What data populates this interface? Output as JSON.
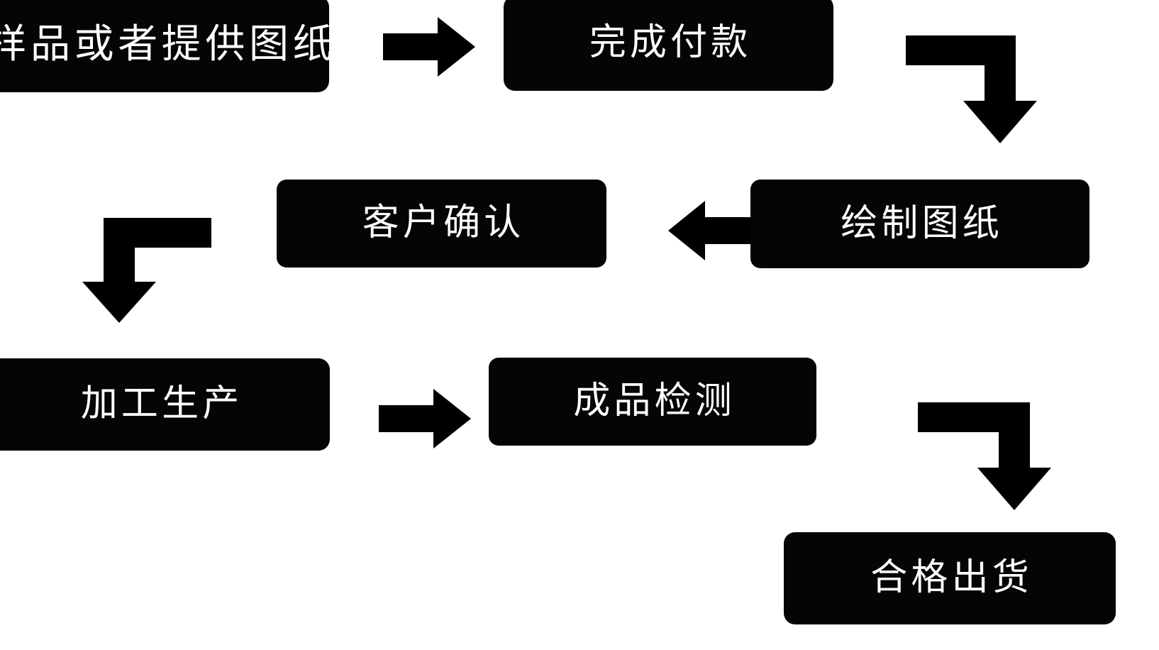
{
  "diagram": {
    "title": "",
    "background_color": "#ffffff",
    "node_fill_color": "#050505",
    "node_text_color": "#ffffff",
    "arrow_color": "#000000",
    "nodes": [
      {
        "id": "sample",
        "label": "样品或者提供图纸",
        "row": 1,
        "order": 1
      },
      {
        "id": "payment",
        "label": "完成付款",
        "row": 1,
        "order": 2
      },
      {
        "id": "draw",
        "label": "绘制图纸",
        "row": 2,
        "order": 1
      },
      {
        "id": "confirm",
        "label": "客户确认",
        "row": 2,
        "order": 2
      },
      {
        "id": "produce",
        "label": "加工生产",
        "row": 3,
        "order": 1
      },
      {
        "id": "inspect",
        "label": "成品检测",
        "row": 3,
        "order": 2
      },
      {
        "id": "ship",
        "label": "合格出货",
        "row": 4,
        "order": 1
      }
    ],
    "connectors": [
      {
        "id": "sample-to-payment",
        "from": "sample",
        "to": "payment",
        "shape": "straight-right"
      },
      {
        "id": "payment-to-draw",
        "from": "payment",
        "to": "draw",
        "shape": "elbow-right-down"
      },
      {
        "id": "draw-to-confirm",
        "from": "draw",
        "to": "confirm",
        "shape": "straight-left"
      },
      {
        "id": "confirm-to-produce",
        "from": "confirm",
        "to": "produce",
        "shape": "elbow-left-down"
      },
      {
        "id": "produce-to-inspect",
        "from": "produce",
        "to": "inspect",
        "shape": "straight-right"
      },
      {
        "id": "inspect-to-ship",
        "from": "inspect",
        "to": "ship",
        "shape": "elbow-right-down"
      }
    ]
  }
}
